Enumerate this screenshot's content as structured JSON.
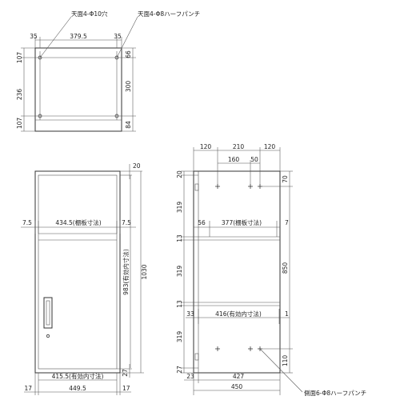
{
  "top_view": {
    "callout_holes": "天面4-Φ10穴",
    "callout_punch": "天面4-Φ8ハーフパンチ",
    "widths": [
      "35",
      "379.5",
      "35"
    ],
    "left_depths": [
      "107",
      "236",
      "107"
    ],
    "right_depths": [
      "66",
      "300",
      "84"
    ]
  },
  "front_view": {
    "top_gap": "20",
    "total_height": "1030",
    "inner_height": "983(有効内寸法)",
    "shelf_width": "434.5(棚板寸法)",
    "shelf_side_left": "7.5",
    "shelf_side_right": "7.5",
    "inner_width": "415.5(有効内寸法)",
    "bottom_gap": "27",
    "side_left": "17",
    "door_width": "449.5",
    "side_right": "17"
  },
  "side_view": {
    "top_spacing": [
      "120",
      "210",
      "120"
    ],
    "top_inner": [
      "160",
      "50"
    ],
    "left_heights": [
      "20",
      "319",
      "13",
      "319",
      "13",
      "319",
      "27"
    ],
    "right_heights": [
      "70",
      "850",
      "110"
    ],
    "shelf_width": "377(棚板寸法)",
    "shelf_left": "56",
    "shelf_right": "7",
    "inner_width": "416(有効内寸法)",
    "inner_left": "33",
    "inner_right": "1",
    "bottom_dims": [
      "23",
      "427"
    ],
    "total_depth": "450",
    "callout_punch": "側面6-Φ8ハーフパンチ"
  }
}
